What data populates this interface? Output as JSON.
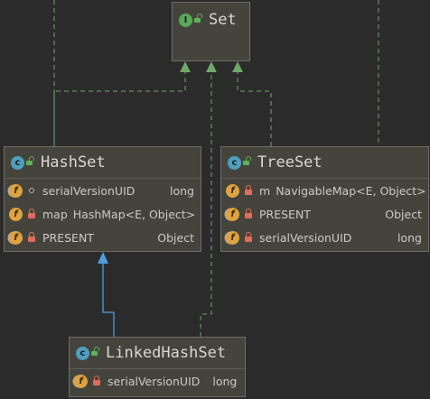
{
  "colors": {
    "background": "#2b2b2b",
    "node_fill": "#45443c",
    "node_border": "#6f6e66",
    "interface_badge": "#5aa75a",
    "class_badge": "#4f9fbf",
    "field_badge": "#dfa241",
    "implements_edge": "#6fa86a",
    "extends_edge": "#4e9de0"
  },
  "nodes": {
    "set": {
      "title": "Set",
      "kind": "interface",
      "kind_letter": "I",
      "fields": []
    },
    "hashset": {
      "title": "HashSet",
      "kind": "class",
      "kind_letter": "c",
      "fields": [
        {
          "badge": "f",
          "modifier": "package",
          "static": true,
          "prefix": "",
          "name": "serialVersionUID",
          "type": "long"
        },
        {
          "badge": "f",
          "modifier": "private",
          "static": false,
          "prefix": "map",
          "name": "HashMap<E, Object>",
          "type": ""
        },
        {
          "badge": "f",
          "modifier": "private",
          "static": true,
          "prefix": "",
          "name": "PRESENT",
          "type": "Object"
        }
      ]
    },
    "treeset": {
      "title": "TreeSet",
      "kind": "class",
      "kind_letter": "c",
      "fields": [
        {
          "badge": "f",
          "modifier": "private",
          "static": false,
          "prefix": "m",
          "name": "NavigableMap<E, Object>",
          "type": ""
        },
        {
          "badge": "f",
          "modifier": "private",
          "static": true,
          "prefix": "",
          "name": "PRESENT",
          "type": "Object"
        },
        {
          "badge": "f",
          "modifier": "private",
          "static": true,
          "prefix": "",
          "name": "serialVersionUID",
          "type": "long"
        }
      ]
    },
    "linkedhashset": {
      "title": "LinkedHashSet",
      "kind": "class",
      "kind_letter": "c",
      "fields": [
        {
          "badge": "f",
          "modifier": "private",
          "static": true,
          "prefix": "",
          "name": "serialVersionUID",
          "type": "long"
        }
      ]
    }
  },
  "edges": [
    {
      "from": "hashset",
      "to": "set",
      "relation": "implements"
    },
    {
      "from": "treeset",
      "to": "set",
      "relation": "implements"
    },
    {
      "from": "linkedhashset",
      "to": "set",
      "relation": "implements"
    },
    {
      "from": "linkedhashset",
      "to": "hashset",
      "relation": "extends"
    }
  ]
}
